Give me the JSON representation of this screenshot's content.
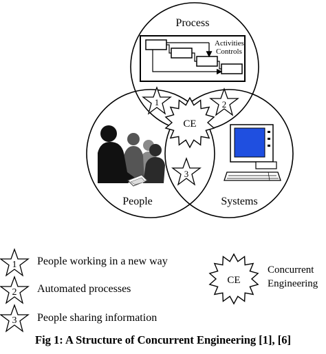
{
  "diagram": {
    "circles": {
      "process_label": "Process",
      "people_label": "People",
      "systems_label": "Systems"
    },
    "process_box": {
      "activities_label": "Activities",
      "controls_label": "Controls"
    },
    "center_label": "CE",
    "stars": [
      {
        "number": "1"
      },
      {
        "number": "2"
      },
      {
        "number": "3"
      }
    ]
  },
  "legend": {
    "items": [
      {
        "number": "1",
        "text": "People working in a new way"
      },
      {
        "number": "2",
        "text": "Automated processes"
      },
      {
        "number": "3",
        "text": "People sharing information"
      }
    ],
    "ce": {
      "symbol_label": "CE",
      "text_line1": "Concurrent",
      "text_line2": "Engineering"
    }
  },
  "caption": "Fig 1: A Structure of Concurrent Engineering [1], [6]",
  "colors": {
    "line": "#000000",
    "monitor_screen": "#1f4fe0",
    "people_silhouette": "#111111",
    "people_gray": "#8a8a8a"
  }
}
